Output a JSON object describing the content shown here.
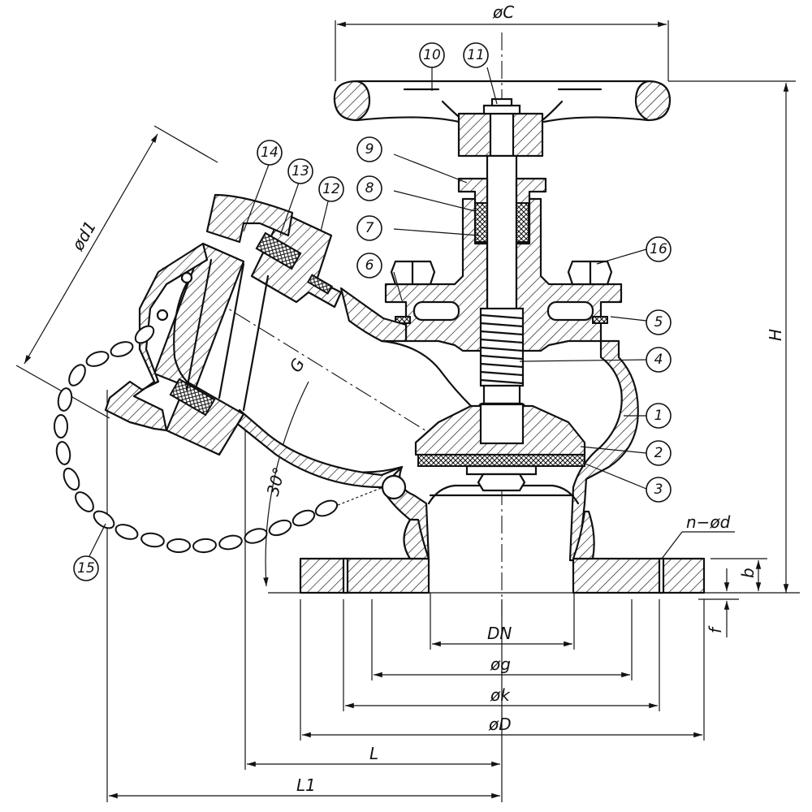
{
  "dimensions": {
    "phiC": "øC",
    "phiD1": "ød1",
    "H": "H",
    "nphid": "n−ød",
    "b": "b",
    "f": "f",
    "DN": "DN",
    "phig": "øg",
    "phik": "øk",
    "phiD": "øD",
    "L": "L",
    "L1": "L1",
    "angle": "30°",
    "G": "G"
  },
  "parts": [
    "1",
    "2",
    "3",
    "4",
    "5",
    "6",
    "7",
    "8",
    "9",
    "10",
    "11",
    "12",
    "13",
    "14",
    "15",
    "16"
  ]
}
